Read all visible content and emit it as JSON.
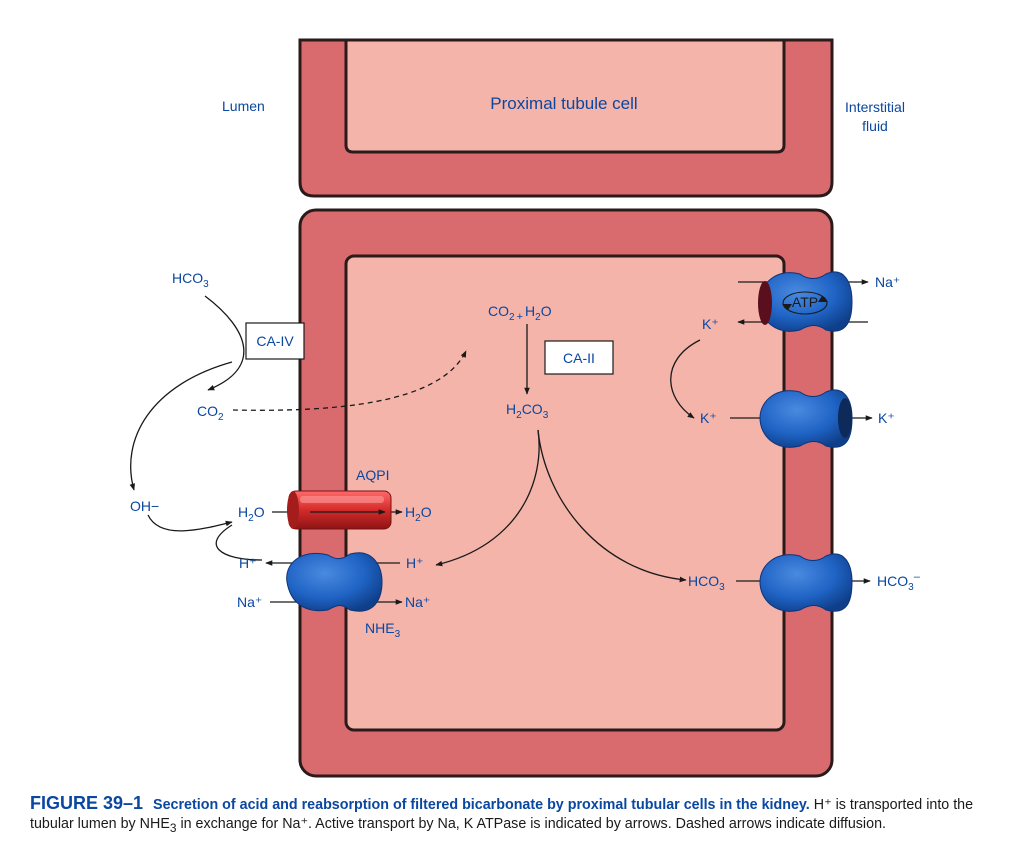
{
  "regions": {
    "lumen": "Lumen",
    "cell": "Proximal tubule cell",
    "interstitial_line1": "Interstitial",
    "interstitial_line2": "fluid"
  },
  "enzymes": {
    "ca_iv": "CA-IV",
    "ca_ii": "CA-II",
    "aqp": "AQPI",
    "nhe": "NHE",
    "nhe_sub": "3",
    "atp": "ATP"
  },
  "species": {
    "hco3_main": "HCO",
    "sub3": "3",
    "co2_main": "CO",
    "sub2": "2",
    "oh": "OH−",
    "h2o_h": "H",
    "h2o_o": "O",
    "h_plus": "H⁺",
    "na_plus": "Na⁺",
    "k_plus": "K⁺",
    "plus": "+",
    "h2co3_h": "H",
    "h2co3_co": "CO",
    "minus": "–"
  },
  "caption": {
    "label": "FIGURE 39–1",
    "title": "Secretion of acid and reabsorption of filtered bicarbonate by proximal tubular cells in the kidney.",
    "text_1": " H⁺ is transported into the tubular lumen by NHE",
    "text_sub": "3",
    "text_2": " in exchange for Na⁺. Active transport by Na, K ATPase is indicated by arrows. Dashed arrows indicate diffusion."
  },
  "colors": {
    "membrane": "#d96b6f",
    "cytoplasm": "#f4b4aa",
    "transporter": "#1f63c4",
    "aquaporin": "#d42a2a",
    "label_blue": "#0a47a0"
  }
}
